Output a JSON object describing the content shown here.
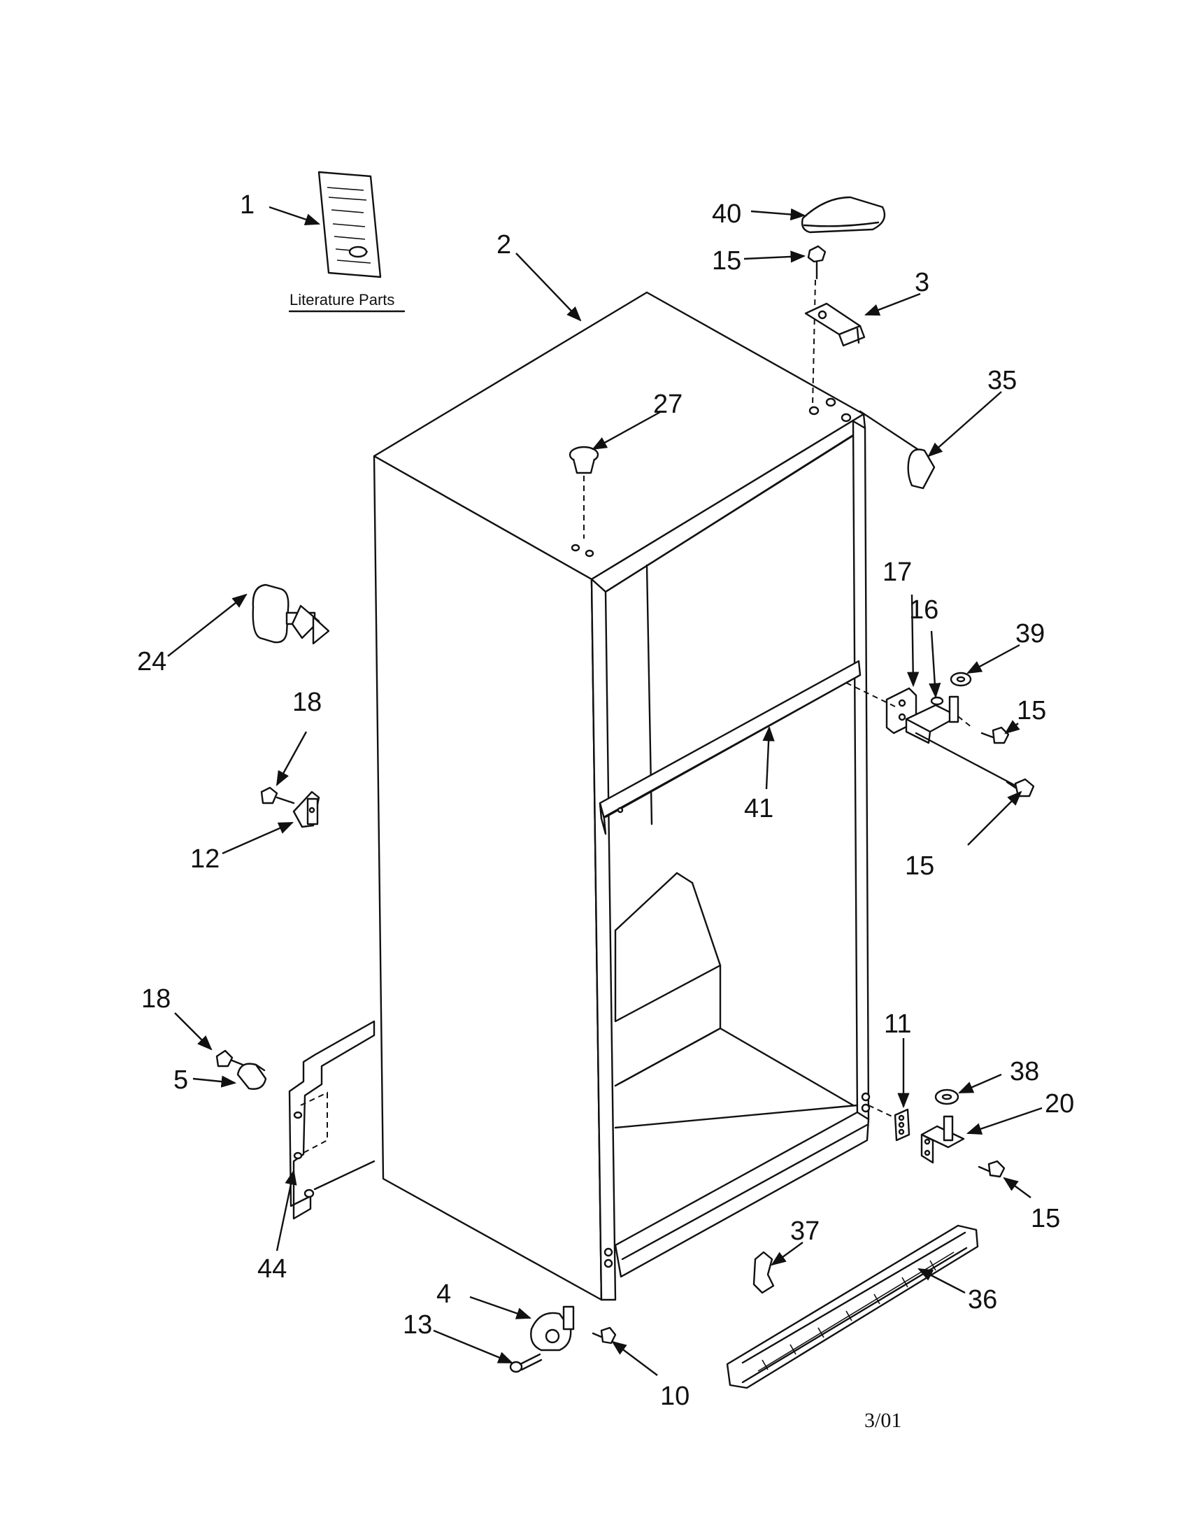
{
  "literature_label": "Literature Parts",
  "date_code": "3/01",
  "callouts": {
    "c1": "1",
    "c2": "2",
    "c3": "3",
    "c4": "4",
    "c5": "5",
    "c10": "10",
    "c11": "11",
    "c12": "12",
    "c13": "13",
    "c15a": "15",
    "c15b": "15",
    "c15c": "15",
    "c15d": "15",
    "c16": "16",
    "c17": "17",
    "c18a": "18",
    "c18b": "18",
    "c20": "20",
    "c24": "24",
    "c27": "27",
    "c35": "35",
    "c36": "36",
    "c37": "37",
    "c38": "38",
    "c39": "39",
    "c40": "40",
    "c41": "41",
    "c44": "44"
  }
}
